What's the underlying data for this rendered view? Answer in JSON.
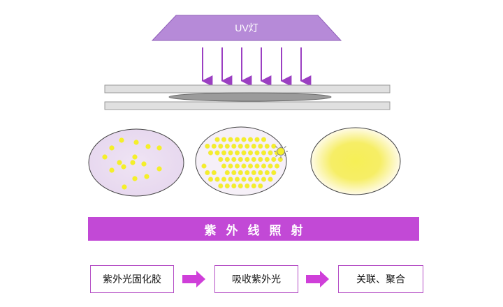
{
  "uv_lamp": {
    "label": "UV灯",
    "color": "#b68ad8"
  },
  "arrow_count": 6,
  "particle_color": "#f4ef2a",
  "cure_bar": {
    "label": "紫外线照射",
    "color": "#c249d6"
  },
  "process_steps": [
    {
      "label": "紫外光固化胶"
    },
    {
      "label": "吸收紫外光"
    },
    {
      "label": "关联、聚合"
    }
  ],
  "step_arrow_color": "#cf3fd9"
}
